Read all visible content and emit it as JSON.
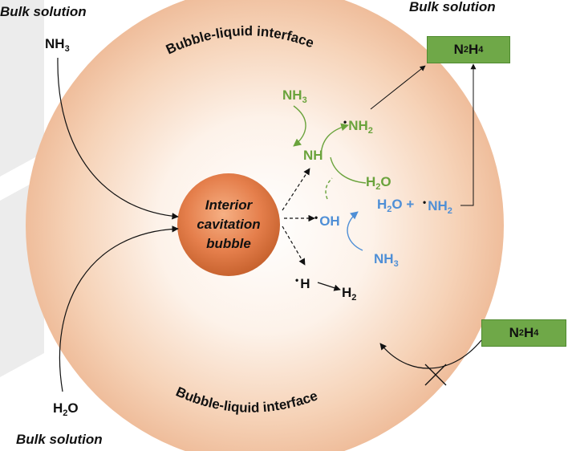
{
  "bulk_solution_label": "Bulk solution",
  "interface_label": "Bubble-liquid interface",
  "bubble": {
    "line1": "Interior",
    "line2": "cavitation",
    "line3": "bubble"
  },
  "species": {
    "nh3": "NH",
    "h2o": "H",
    "o": "O",
    "n": "N",
    "h": "H",
    "nh2_radical": "NH",
    "nh_radical": "NH",
    "oh_radical": "OH",
    "h_radical": "H",
    "h2": "H",
    "n2h4_n": "N",
    "n2h4_h": "H",
    "dot": "•",
    "plus": "+",
    "sub2": "2",
    "sub3": "3",
    "sub4": "4"
  },
  "colors": {
    "green": "#6aa33c",
    "blue": "#4f8fd6",
    "box_green": "#6fa848",
    "bubble_orange": "#e07a48",
    "halo_peach": "#f2c7a8"
  }
}
